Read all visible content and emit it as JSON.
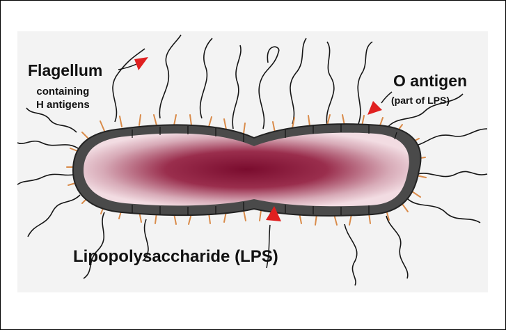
{
  "diagram": {
    "labels": {
      "flagellum": "Flagellum",
      "flagellum_sub_1": "containing",
      "flagellum_sub_2": "H antigens",
      "o_antigen": "O antigen",
      "o_antigen_sub": "(part of LPS)",
      "lps": "Lipopolysaccharide (LPS)"
    },
    "colors": {
      "arrow": "#e02020",
      "cytoplasm_center": "#7a0c2e",
      "cytoplasm_edge": "#f2dce2",
      "membrane": "#4a4a4a",
      "o_antigen_fibers": "#d98b4a",
      "flagella": "#151515"
    }
  }
}
